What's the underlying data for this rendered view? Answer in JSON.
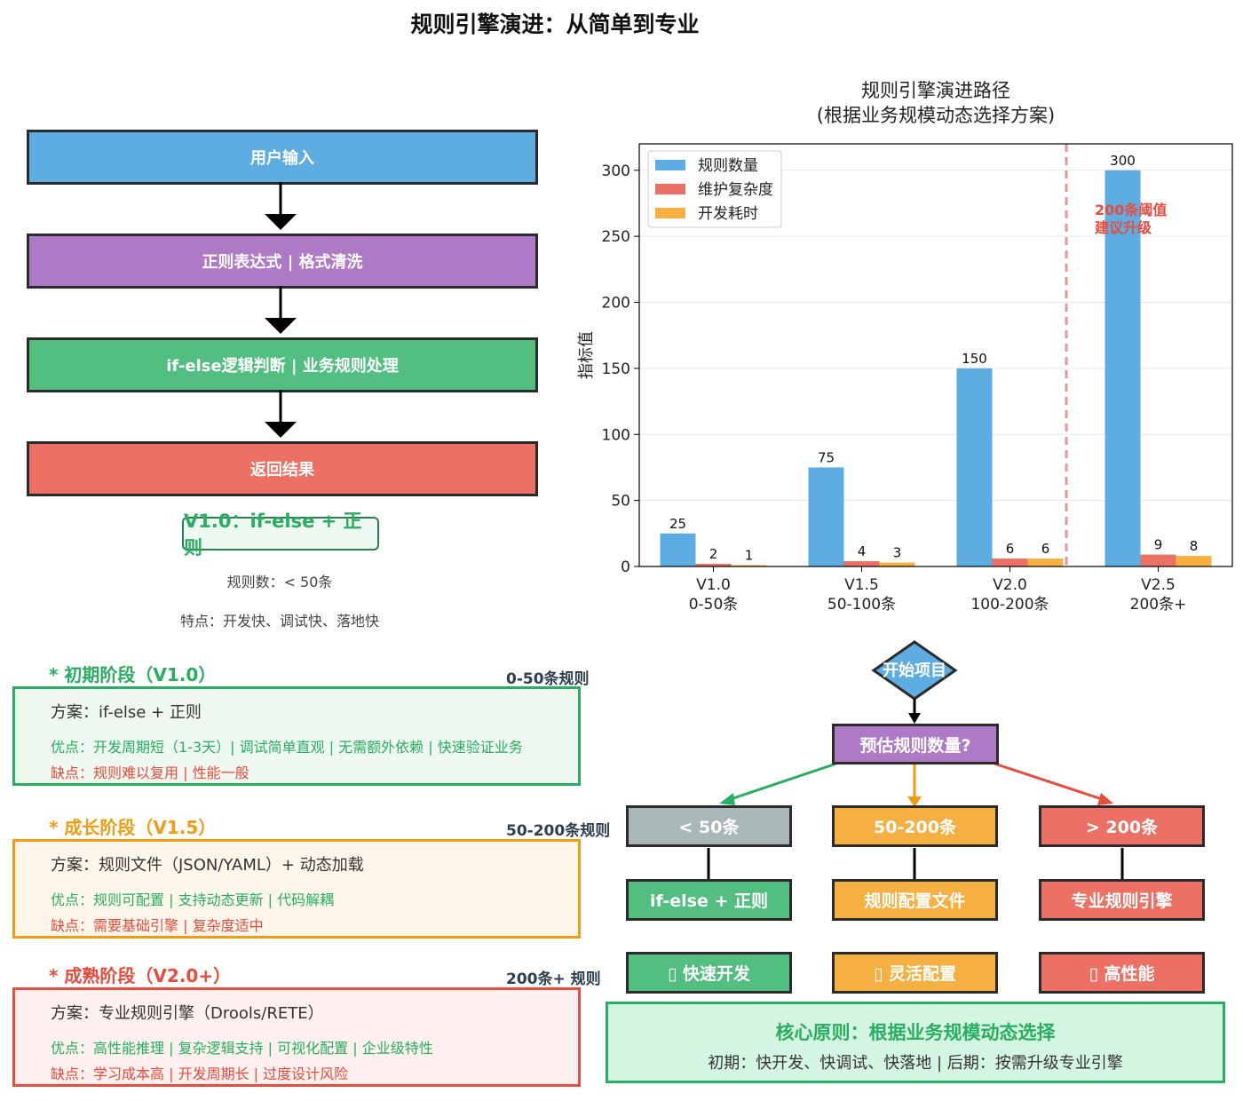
{
  "title": "规则引擎演进：从简单到专业",
  "pipeline": {
    "steps": [
      {
        "label": "用户输入",
        "color": "#5dade2"
      },
      {
        "label": "正则表达式 | 格式清洗",
        "color": "#af7ac5"
      },
      {
        "label": "if-else逻辑判断 | 业务规则处理",
        "color": "#52be80"
      },
      {
        "label": "返回结果",
        "color": "#ec7063"
      }
    ],
    "version_label": "V1.0：if-else + 正则",
    "rule_count": "规则数：< 50条",
    "features": "特点：开发快、调试快、落地快"
  },
  "chart_data": {
    "type": "bar",
    "title": "规则引擎演进路径\n(根据业务规模动态选择方案)",
    "title_lines": [
      "规则引擎演进路径",
      "(根据业务规模动态选择方案)"
    ],
    "ylabel": "指标值",
    "xlabel": "",
    "ylim": [
      0,
      320
    ],
    "yticks": [
      0,
      50,
      100,
      150,
      200,
      250,
      300
    ],
    "categories": [
      "V1.0\n0-50条",
      "V1.5\n50-100条",
      "V2.0\n100-200条",
      "V2.5\n200条+"
    ],
    "category_lines": [
      [
        "V1.0",
        "0-50条"
      ],
      [
        "V1.5",
        "50-100条"
      ],
      [
        "V2.0",
        "100-200条"
      ],
      [
        "V2.5",
        "200条+"
      ]
    ],
    "series": [
      {
        "name": "规则数量",
        "values": [
          25,
          75,
          150,
          300
        ],
        "color": "#5dade2"
      },
      {
        "name": "维护复杂度",
        "values": [
          2,
          4,
          6,
          9
        ],
        "color": "#ec7063"
      },
      {
        "name": "开发耗时",
        "values": [
          1,
          3,
          6,
          8
        ],
        "color": "#f5b041"
      }
    ],
    "legend_position": "upper-left",
    "grid": "horizontal",
    "annotation": {
      "lines": [
        "200条阈值",
        "建议升级"
      ],
      "color": "#e74c3c",
      "threshold_color": "#e79595"
    }
  },
  "stages": [
    {
      "heading": "* 初期阶段（V1.0）",
      "range": "0-50条规则",
      "color": "#27ae60",
      "bg": "#eef8f0",
      "plan": "方案：if-else + 正则",
      "pros": "优点：开发周期短（1-3天）| 调试简单直观 | 无需额外依赖 | 快速验证业务",
      "cons": "缺点：规则难以复用 | 性能一般"
    },
    {
      "heading": "* 成长阶段（V1.5）",
      "range": "50-200条规则",
      "color": "#f39c12",
      "bg": "#fef6ea",
      "plan": "方案：规则文件（JSON/YAML）+ 动态加载",
      "pros": "优点：规则可配置 | 支持动态更新 | 代码解耦",
      "cons": "缺点：需要基础引擎 | 复杂度适中"
    },
    {
      "heading": "* 成熟阶段（V2.0+）",
      "range": "200条+ 规则",
      "color": "#e74c3c",
      "bg": "#fdf0ee",
      "plan": "方案：专业规则引擎（Drools/RETE）",
      "pros": "优点：高性能推理 | 复杂逻辑支持 | 可视化配置 | 企业级特性",
      "cons": "缺点：学习成本高 | 开发周期长 | 过度设计风险"
    }
  ],
  "pros_color": "#27ae60",
  "cons_color": "#e74c3c",
  "flow": {
    "start": "开始项目",
    "decision": "预估规则数量?",
    "branches": [
      {
        "condition": "< 50条",
        "solution": "if-else + 正则",
        "benefit": "▯ 快速开发",
        "cond_color": "#aab7b8",
        "color": "#52be80",
        "arrow": "#27ae60"
      },
      {
        "condition": "50-200条",
        "solution": "规则配置文件",
        "benefit": "▯ 灵活配置",
        "cond_color": "#f5b041",
        "color": "#f5b041",
        "arrow": "#f39c12"
      },
      {
        "condition": "> 200条",
        "solution": "专业规则引擎",
        "benefit": "▯ 高性能",
        "cond_color": "#ec7063",
        "color": "#ec7063",
        "arrow": "#e74c3c"
      }
    ]
  },
  "principle": {
    "title": "核心原则：根据业务规模动态选择",
    "body": "初期：快开发、快调试、快落地 | 后期：按需升级专业引擎"
  }
}
